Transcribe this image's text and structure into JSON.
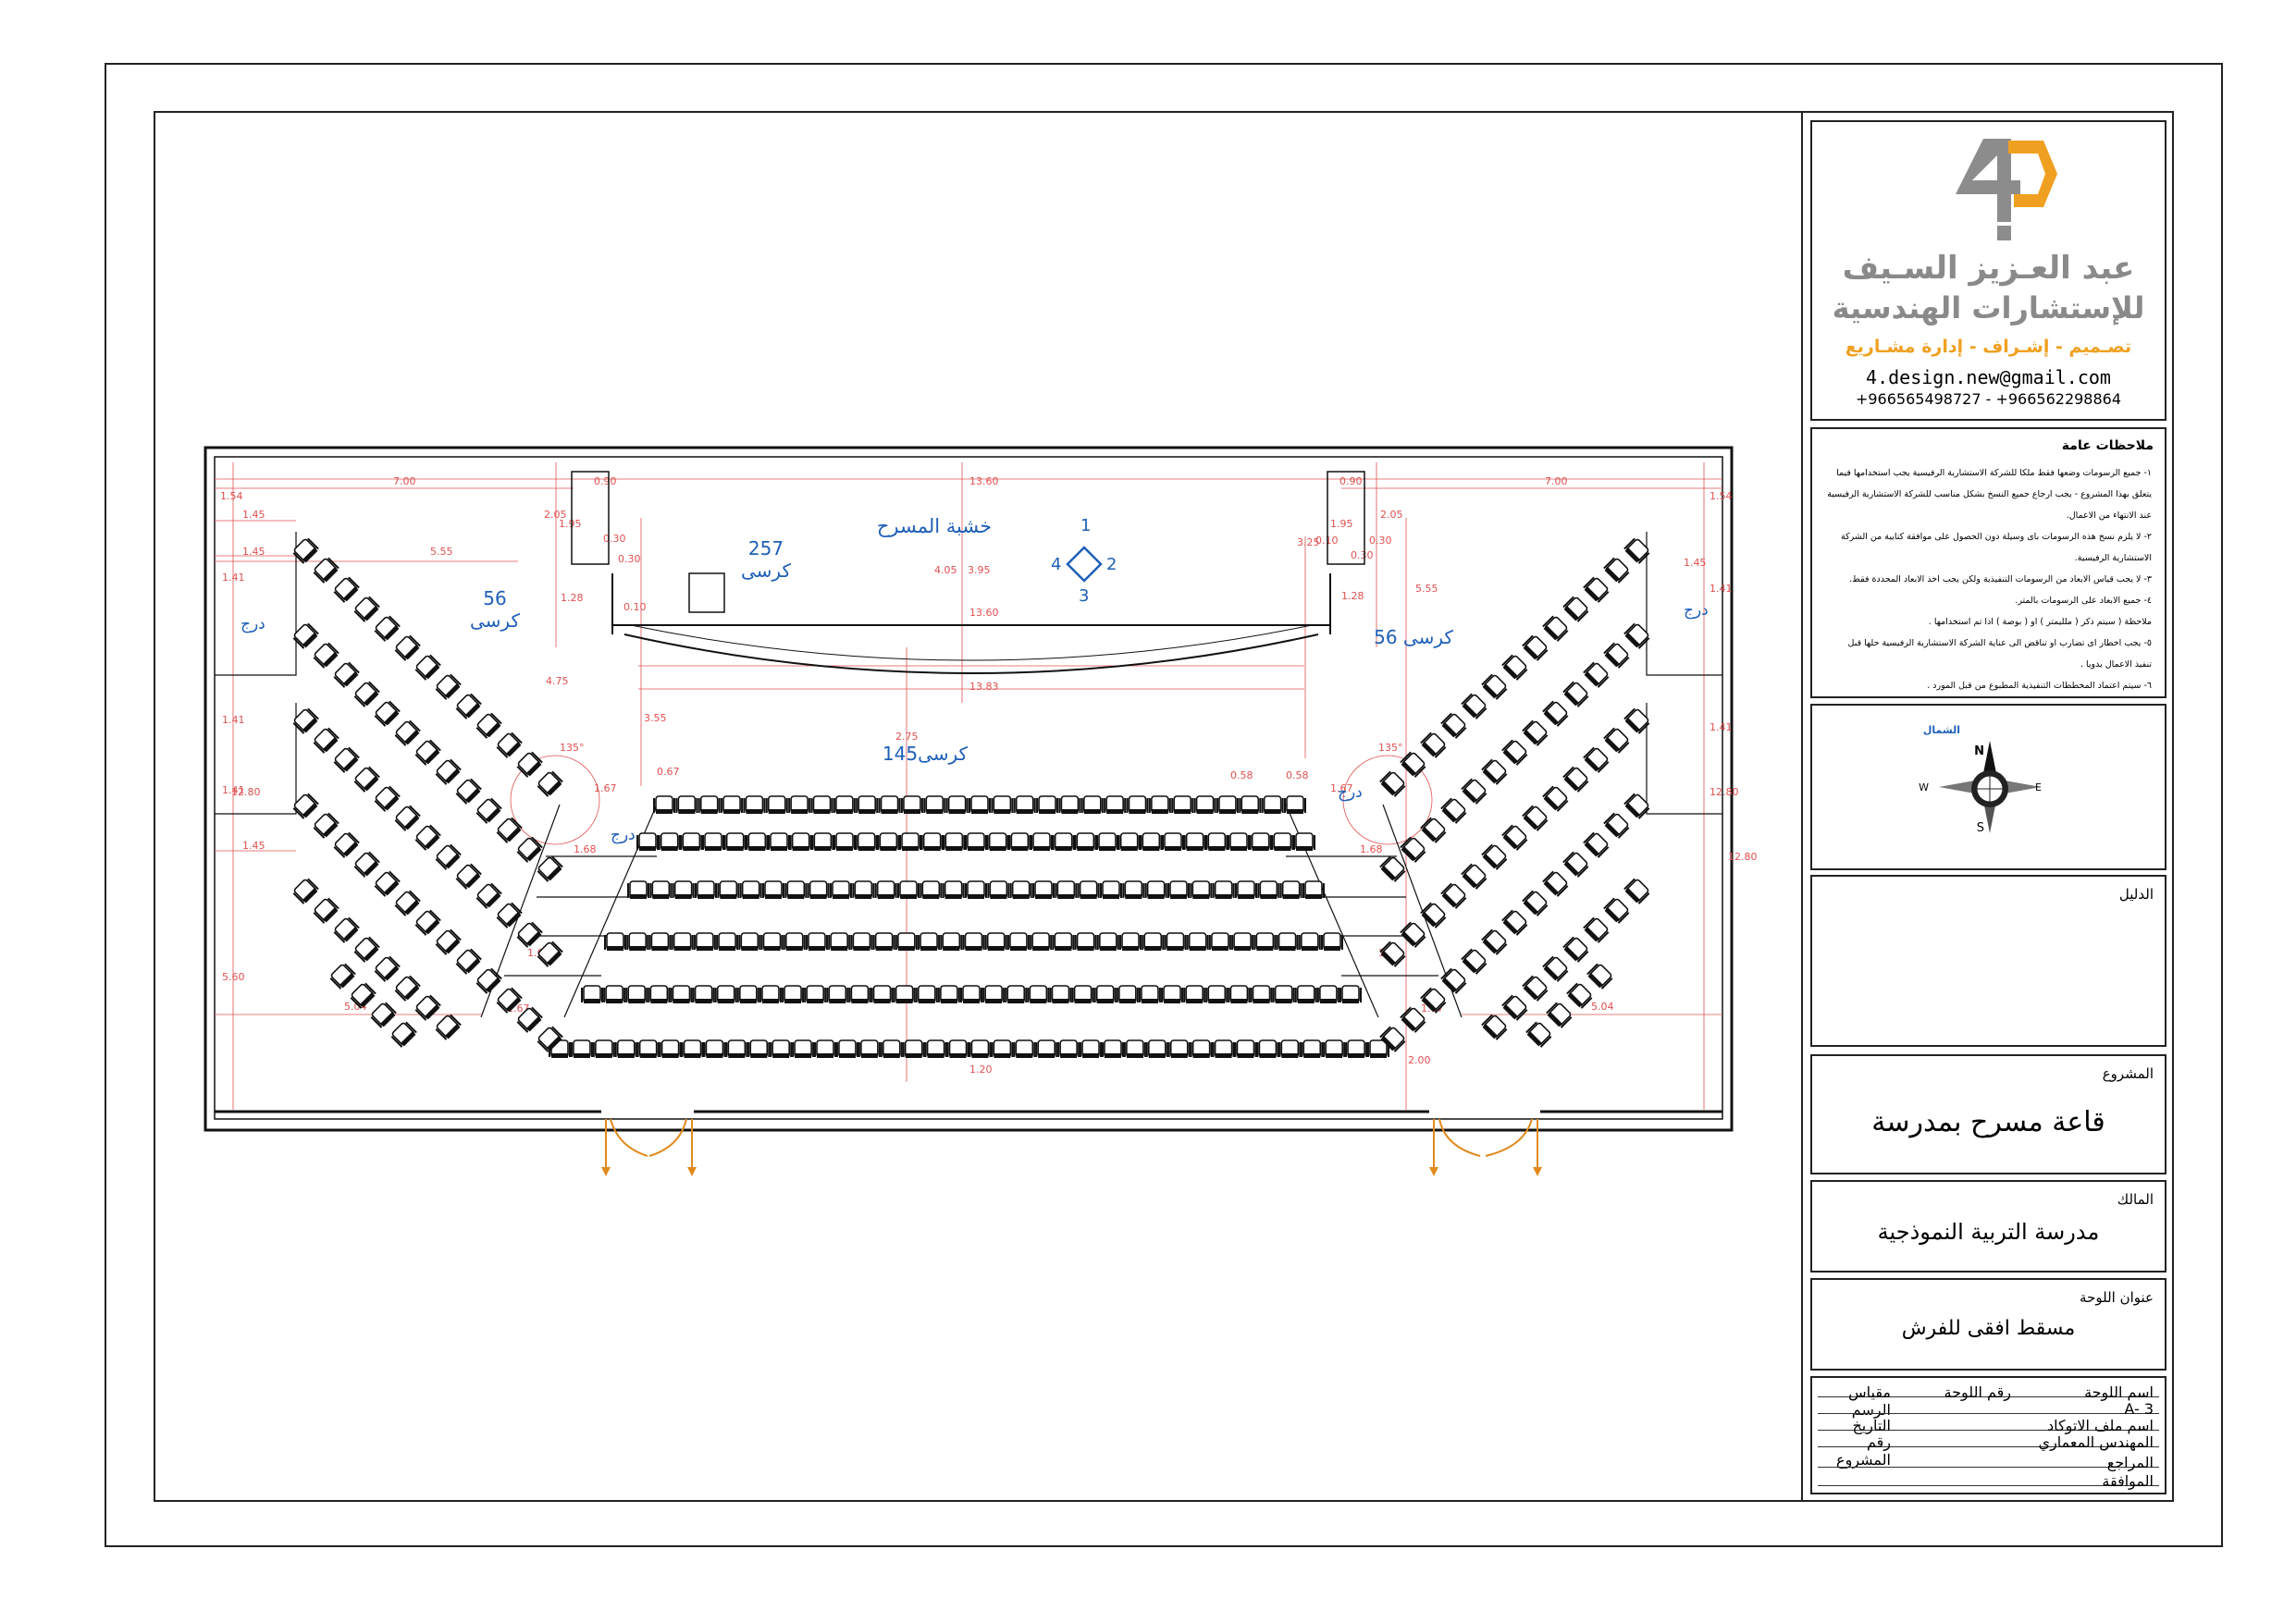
{
  "plan": {
    "stage_label": "خشبة المسرح",
    "stage_seats_count": "257",
    "stage_seats_word": "كرسى",
    "left_wing_count": "56",
    "left_wing_word": "كرسى",
    "right_wing_label": "56 كرسى",
    "center_label": "145كرسى",
    "stairs_label": "درج",
    "angle_label": "135°",
    "marker_numbers": [
      "1",
      "2",
      "3",
      "4"
    ],
    "dimensions": {
      "d700": "7.00",
      "d1360": "13.60",
      "d090": "0.90",
      "d205": "2.05",
      "d195": "1.95",
      "d154": "1.54",
      "d145": "1.45",
      "d555": "5.55",
      "d141": "1.41",
      "d1280": "12.80",
      "d560": "5.60",
      "d504": "5.04",
      "d167": "1.67",
      "d168": "1.68",
      "d030": "0.30",
      "d010": "0.10",
      "d128": "1.28",
      "d475": "4.75",
      "d355": "3.55",
      "d275": "2.75",
      "d405": "4.05",
      "d395": "3.95",
      "d325": "3.25",
      "d1383": "13.83",
      "d067": "0.67",
      "d058": "0.58",
      "d200": "2.00",
      "d120": "1.20",
      "d555r": "5.55"
    }
  },
  "logo": {
    "line1": "عبد العـزيز السـيف",
    "line2": "للإستشارات الهندسية",
    "tagline": "تصـميم - إشـراف - إدارة مشـاريع",
    "email": "4.design.new@gmail.com",
    "phones": "+966565498727 - +966562298864",
    "mark_gray": "#8c8c8c",
    "mark_orange": "#f0a020"
  },
  "notes": {
    "title": "ملاحظات عامة",
    "lines": [
      "١- جميع الرسومات وضعها فقط ملكا للشركة الاستشارية الرفيسية يجب استخدامها فيما",
      "يتعلق بهذا المشروع - يجب ارجاع جميع النسخ بشكل مناسب للشركة الاستشارية الرفيسية",
      "عند الانتهاء من الاعمال.",
      "٢- لا يلزم نسخ هذه الرسومات باى وسيلة دون الحصول على موافقة كتابية من الشركة",
      "الاستشارية الرفيسية.",
      "٣- لا يجب قياس الابعاد من الرسومات التنفيذية ولكن يجب اخذ الابعاد المحددة فقط.",
      "٤- جميع الابعاد على الرسومات بالمتر.",
      "ملاحظة ( سيتم ذكر ( ملليمتر ) او ( بوصة ) اذا تم استخدامها .",
      "٥- يجب اخطار اى تضارب او تناقض الى عناية الشركة الاستشارية الرفيسية حلها قبل",
      "تنفيذ الاعمال يدويا .",
      "٦- سيتم اعتماد المخططات التنفيذية المطبوع من قبل المورد ."
    ]
  },
  "compass": {
    "n": "N",
    "s": "S",
    "e": "E",
    "w": "W",
    "north_word": "الشمال"
  },
  "legend": {
    "label": "الدليل"
  },
  "project": {
    "label": "المشروع",
    "value": "قاعة مسرح بمدرسة"
  },
  "owner": {
    "label": "المالك",
    "value": "مدرسة التربية النموذجية"
  },
  "sheet_title": {
    "label": "عنوان اللوحة",
    "value": "مسقط افقى للفرش"
  },
  "title_block": {
    "sheet_no_label": "رقم اللوحة",
    "scale_label": "مقياس الرسم",
    "sheet_code_label": "اسم اللوحة",
    "sheet_code_value": "A- 3",
    "file_name_label": "اسم ملف الاتوكاد",
    "date_label": "التاريخ",
    "architect_label": "المهندس المعماري",
    "project_no_label": "رقم المشروع",
    "reviewer_label": "المراجع",
    "approval_label": "الموافقة"
  },
  "colors": {
    "seat_dark": "#111111",
    "dim_red": "#e05050",
    "text_blue": "#1e5fb8",
    "door_orange": "#e08a1e"
  }
}
